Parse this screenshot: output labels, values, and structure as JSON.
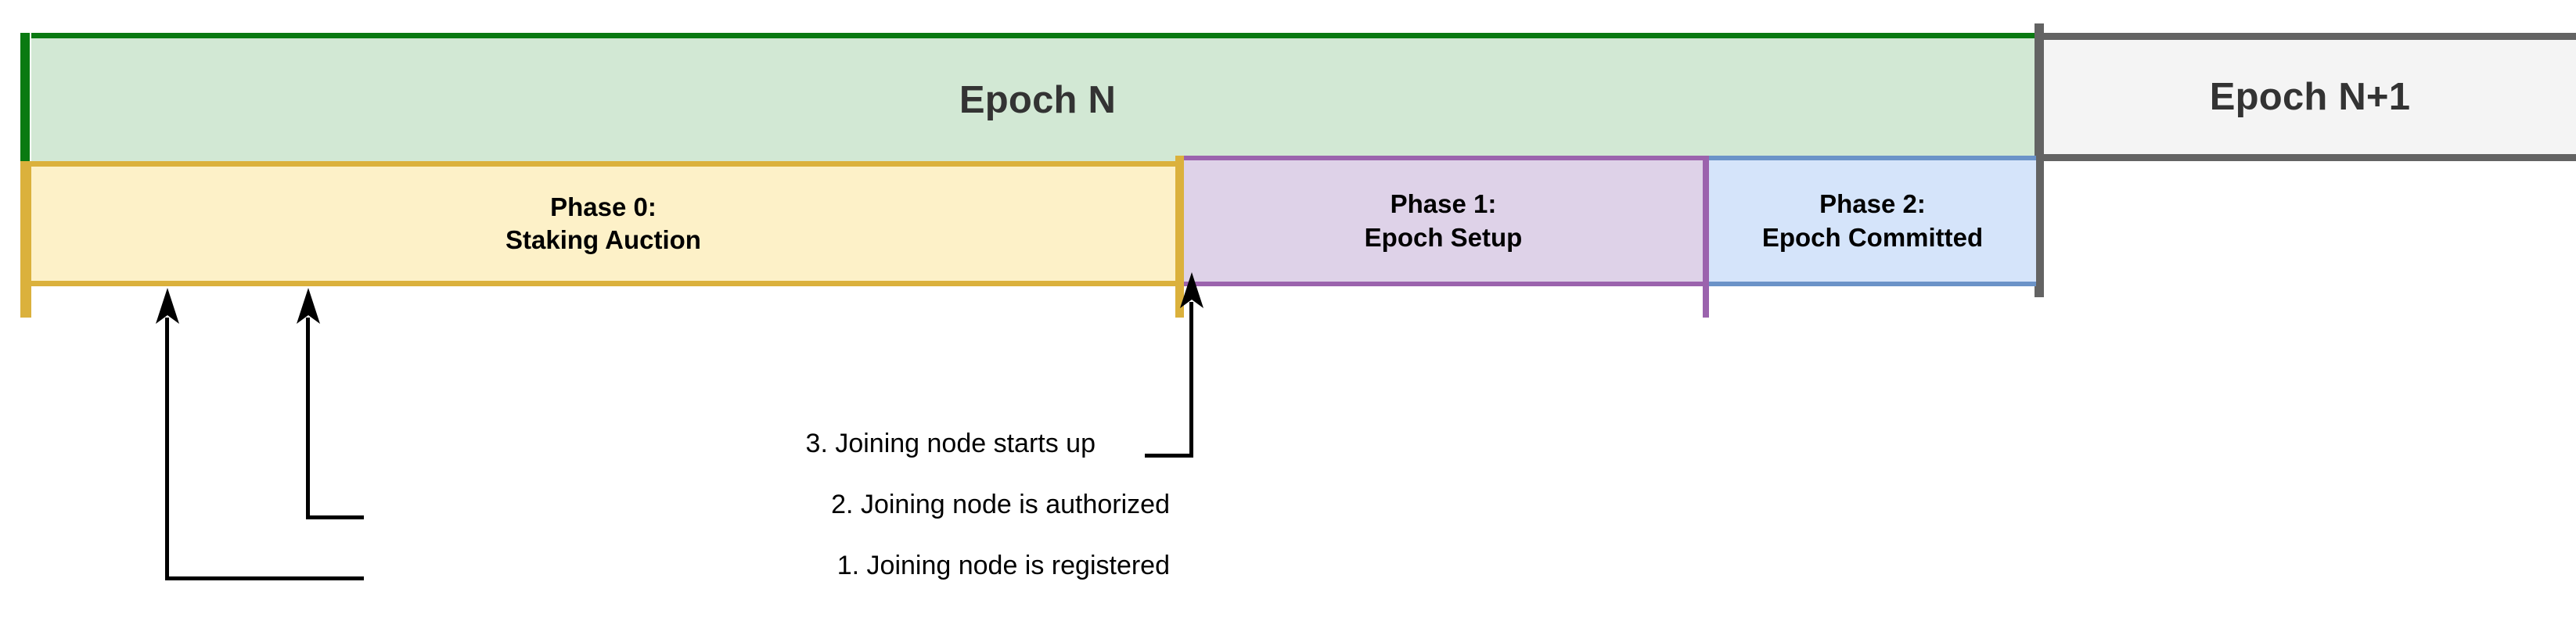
{
  "diagram": {
    "title_not_shown": "",
    "epochs": [
      {
        "id": "epoch-n",
        "label": "Epoch N",
        "fill": "#d2e8d4",
        "border": "#0a7a12"
      },
      {
        "id": "epoch-n1",
        "label": "Epoch N+1",
        "fill": "#f4f4f4",
        "border": "#636363"
      }
    ],
    "phases": [
      {
        "id": "phase-0",
        "line1": "Phase 0:",
        "line2": "Staking Auction",
        "fill": "#fdf1c8",
        "border": "#dbb13c"
      },
      {
        "id": "phase-1",
        "line1": "Phase 1:",
        "line2": "Epoch Setup",
        "fill": "#ded2e8",
        "border": "#9b63ad"
      },
      {
        "id": "phase-2",
        "line1": "Phase 2:",
        "line2": "Epoch Committed",
        "fill": "#d5e4fa",
        "border": "#6b93c8"
      }
    ],
    "events": [
      {
        "id": "event-1",
        "number": "1.",
        "text": "1. Joining node is registered",
        "leader_direction": "left"
      },
      {
        "id": "event-2",
        "number": "2.",
        "text": "2. Joining node is authorized",
        "leader_direction": "left"
      },
      {
        "id": "event-3",
        "number": "3.",
        "text": "3. Joining node starts up",
        "leader_direction": "right"
      }
    ]
  }
}
